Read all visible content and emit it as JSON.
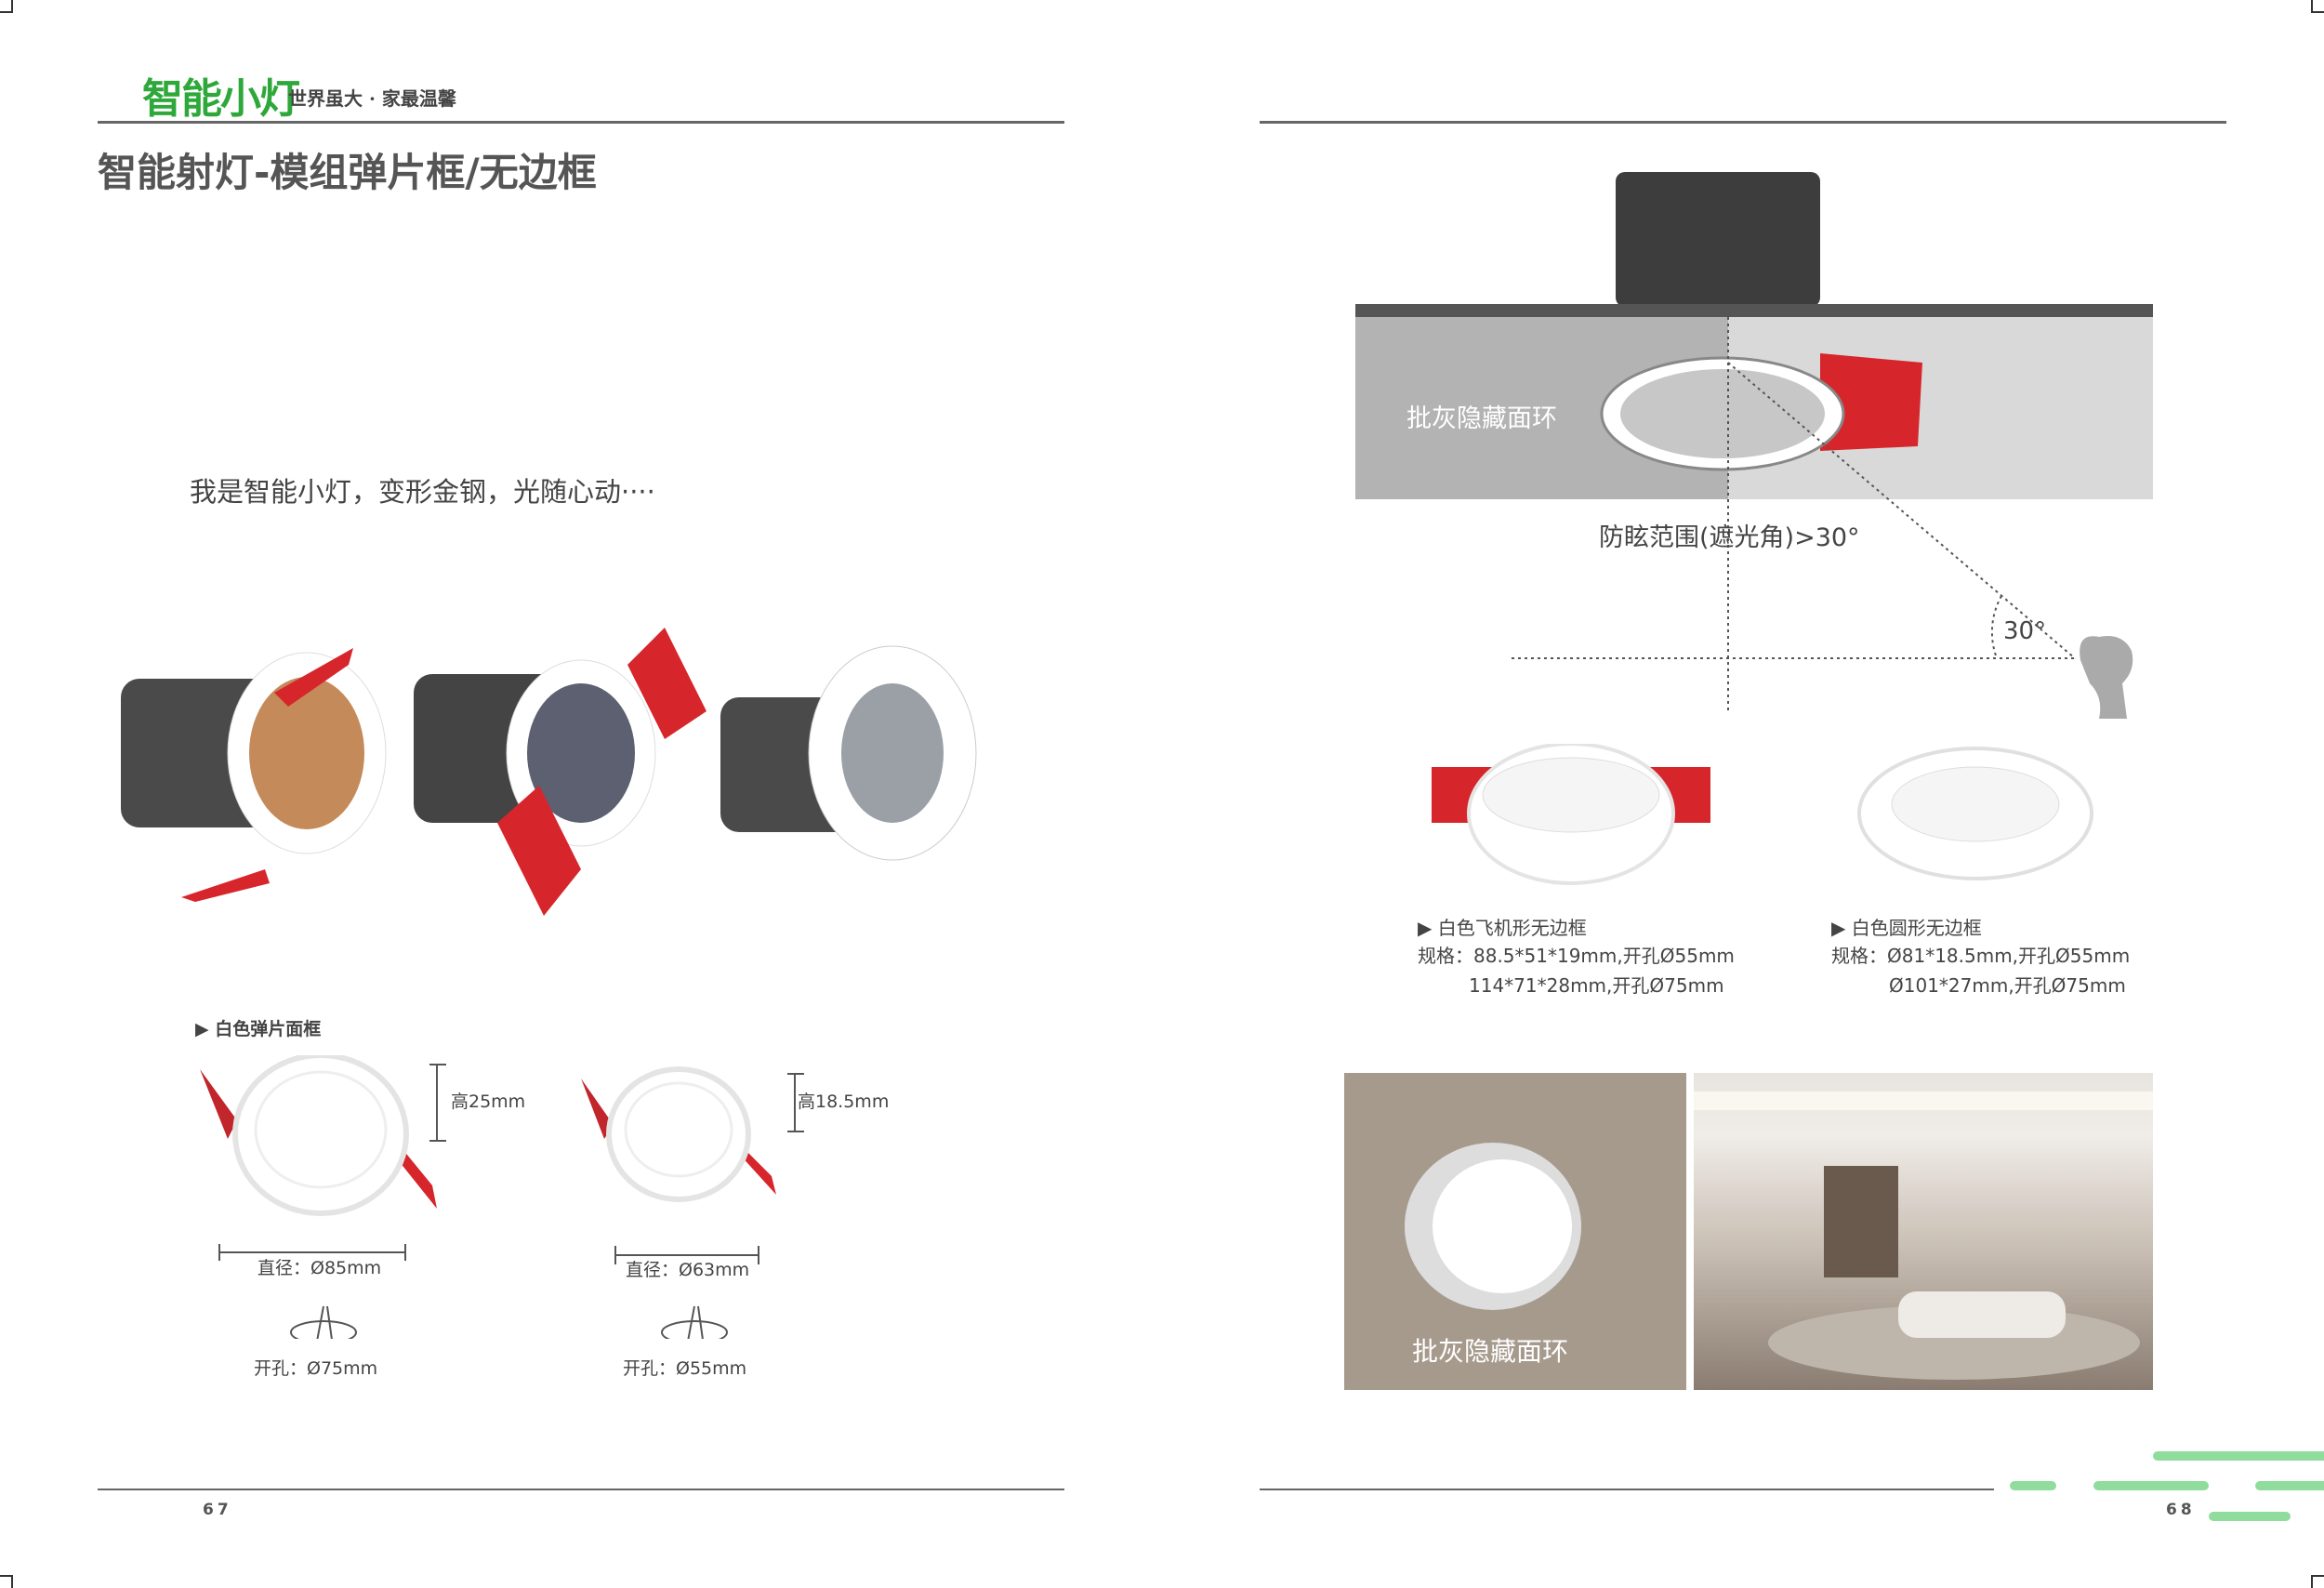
{
  "header": {
    "logo": "智能小灯",
    "slogan": "世界虽大 · 家最温馨"
  },
  "left": {
    "title": "智能射灯-模组弹片框/无边框",
    "tagline": "我是智能小灯，变形金钢，光随心动····",
    "section": "▶ 白色弹片面框",
    "items": [
      {
        "height": "高25mm",
        "diameter": "直径：Ø85mm",
        "hole": "开孔：Ø75mm"
      },
      {
        "height": "高18.5mm",
        "diameter": "直径：Ø63mm",
        "hole": "开孔：Ø55mm"
      }
    ],
    "page": "67"
  },
  "right": {
    "diagram": {
      "ring_label": "批灰隐藏面环",
      "glare": "防眩范围(遮光角)>30°",
      "angle": "30°"
    },
    "frames": [
      {
        "name": "▶  白色飞机形无边框",
        "spec1": "规格：88.5*51*19mm,开孔Ø55mm",
        "spec2": "114*71*28mm,开孔Ø75mm"
      },
      {
        "name": "▶  白色圆形无边框",
        "spec1": "规格：Ø81*18.5mm,开孔Ø55mm",
        "spec2": "Ø101*27mm,开孔Ø75mm"
      }
    ],
    "photo_label": "批灰隐藏面环",
    "page": "68"
  },
  "colors": {
    "brand": "#2ea83a",
    "accent_red": "#d6262b",
    "deco_green": "#8fdc9c"
  }
}
